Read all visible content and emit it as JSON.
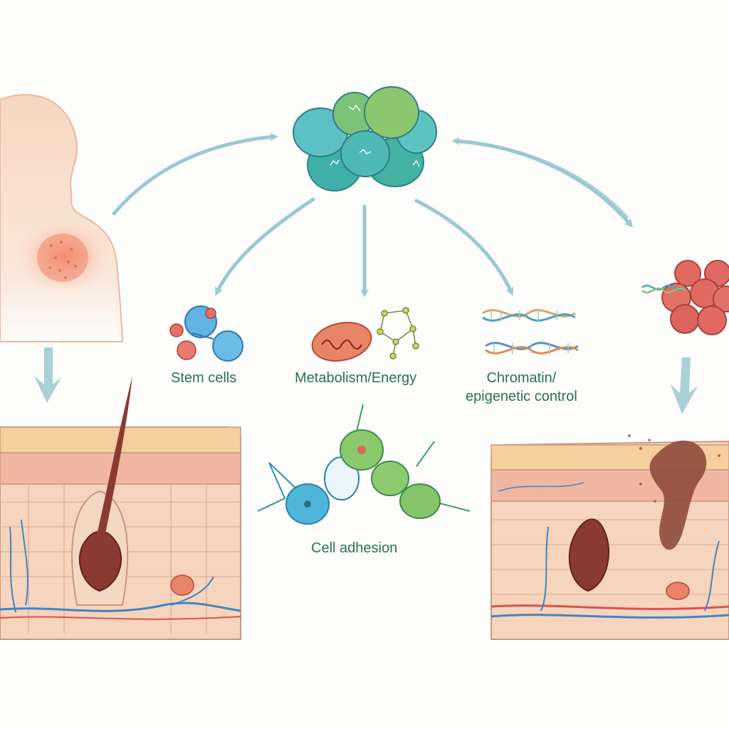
{
  "labels": {
    "stem_cells": "Stem cells",
    "metabolism": "Metabolism/Energy",
    "chromatin_line1": "Chromatin/",
    "chromatin_line2": "epigenetic control",
    "cell_adhesion": "Cell adhesion"
  },
  "colors": {
    "label_text": "#2b6f55",
    "arrow": "#9cc8d0",
    "skin_light": "#f8d9c0",
    "skin_mid": "#f2b9a0",
    "skin_top": "#f7cf9e",
    "vessel_blue": "#3f86c4",
    "vessel_red": "#d9534f",
    "hair_follicle": "#8b3a32",
    "cell_teal": "#4fb8b2",
    "cell_green": "#86c46a",
    "cell_blue": "#5aaede",
    "cell_red": "#e06a62",
    "mitochondria": "#e9836a",
    "body_silhouette": "#f7ddc8",
    "inflammation": "#f48a6c"
  }
}
